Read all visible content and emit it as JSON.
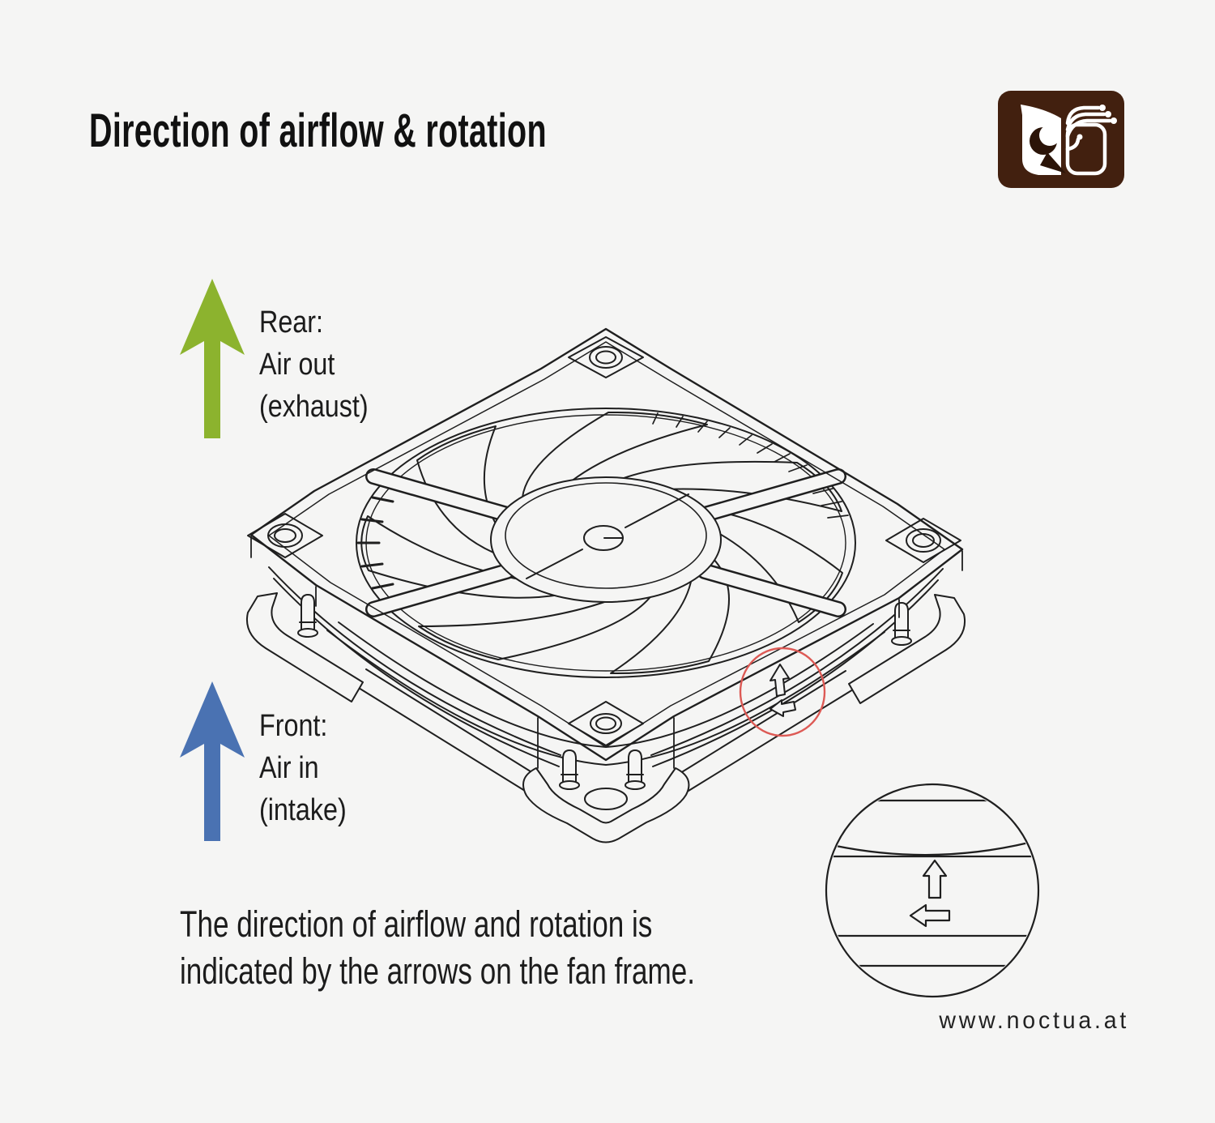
{
  "header": {
    "title": "Direction of airflow & rotation"
  },
  "branding": {
    "logo_name": "noctua-owl-logo"
  },
  "annotations": {
    "rear": {
      "line1": "Rear:",
      "line2": "Air out",
      "line3": "(exhaust)",
      "arrow_direction": "up"
    },
    "front": {
      "line1": "Front:",
      "line2": "Air in",
      "line3": "(intake)",
      "arrow_direction": "up"
    },
    "caption_line1": "The direction of airflow and rotation is",
    "caption_line2": "indicated by the arrows on the fan frame.",
    "detail_icons": [
      "airflow-up-arrow",
      "rotation-left-arrow"
    ]
  },
  "footer": {
    "website": "www.noctua.at"
  },
  "colors": {
    "background": "#f5f5f4",
    "line": "#1f1f1f",
    "exhaust_green": "#8cb32e",
    "intake_blue": "#4a72b2",
    "highlight_red": "#dd5a55",
    "logo_brown": "#42200f"
  }
}
